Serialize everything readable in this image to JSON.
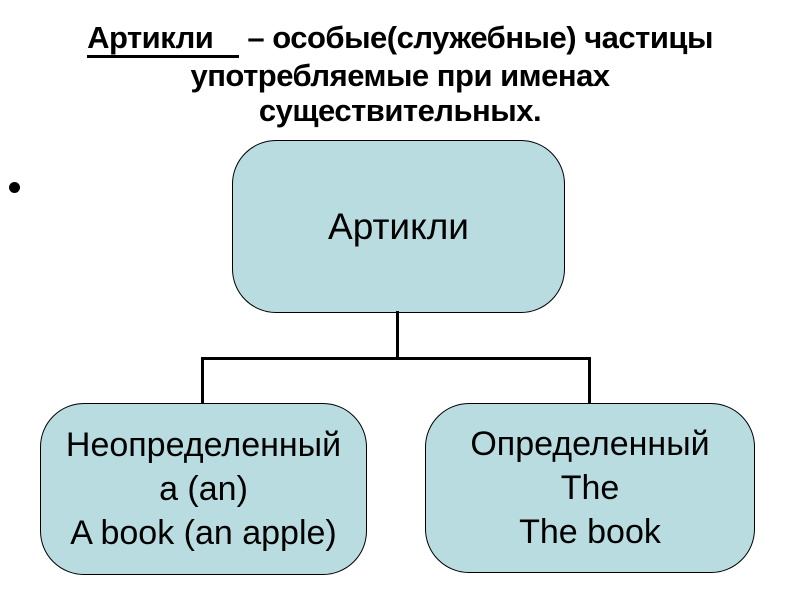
{
  "theme": {
    "slide-bg": "#ffffff",
    "box-fill": "#b8dcdf",
    "box-border": "#000000",
    "connector-color": "#000000",
    "text-color": "#000000"
  },
  "title": {
    "term": "Артикли",
    "line1_rest": "– особые(служебные) частицы",
    "line2": "употребляемые при именах",
    "line3": "существительных."
  },
  "bullet_glyph": "•",
  "diagram": {
    "root": {
      "label": "Артикли"
    },
    "children": [
      {
        "lines": [
          "Неопределенный",
          "a (an)",
          "A book (an apple)"
        ]
      },
      {
        "lines": [
          "Определенный",
          "The",
          "The book"
        ]
      }
    ]
  }
}
